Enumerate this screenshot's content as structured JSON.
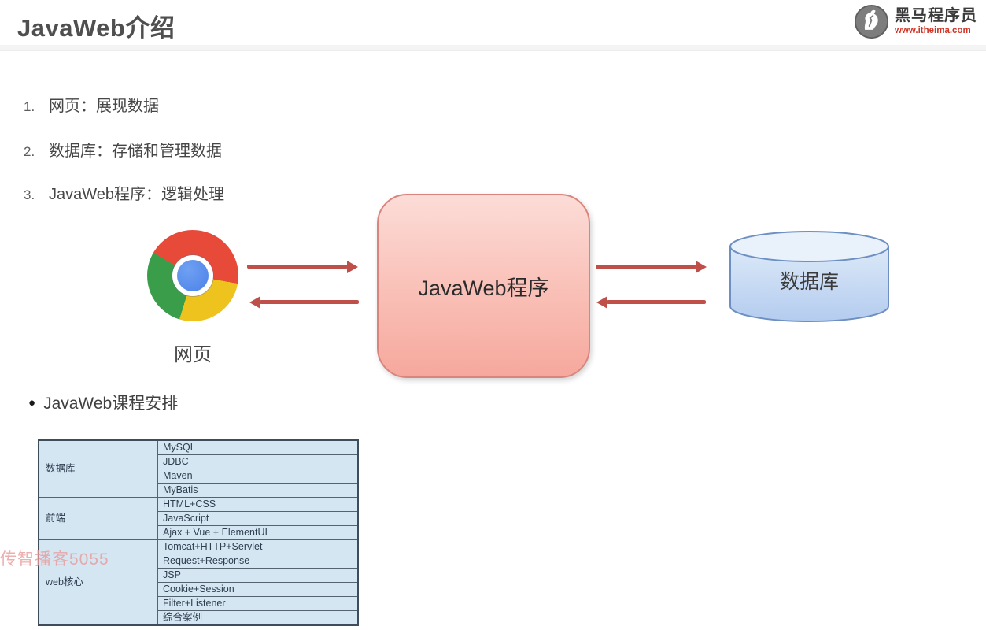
{
  "page": {
    "title": "JavaWeb介绍"
  },
  "brand": {
    "name": "黑马程序员",
    "url": "www.itheima.com"
  },
  "list": {
    "items": [
      {
        "num": "1.",
        "text": "网页：展现数据"
      },
      {
        "num": "2.",
        "text": "数据库：存储和管理数据"
      },
      {
        "num": "3.",
        "text": "JavaWeb程序：逻辑处理"
      }
    ]
  },
  "diagram": {
    "browser_label": "网页",
    "app_label": "JavaWeb程序",
    "db_label": "数据库",
    "arrow_color": "#bf5049",
    "app_box_fill": "#f9bfb6",
    "db_fill": "#cfe0f5"
  },
  "section": {
    "bullet": "●",
    "title": "JavaWeb课程安排"
  },
  "course_table": {
    "groups": [
      {
        "name": "数据库",
        "items": [
          "MySQL",
          "JDBC",
          "Maven",
          "MyBatis"
        ]
      },
      {
        "name": "前端",
        "items": [
          "HTML+CSS",
          "JavaScript",
          "Ajax + Vue + ElementUI"
        ]
      },
      {
        "name": "web核心",
        "items": [
          "Tomcat+HTTP+Servlet",
          "Request+Response",
          "JSP",
          "Cookie+Session",
          "Filter+Listener",
          "综合案例"
        ]
      }
    ]
  },
  "watermark": "传智播客5055"
}
